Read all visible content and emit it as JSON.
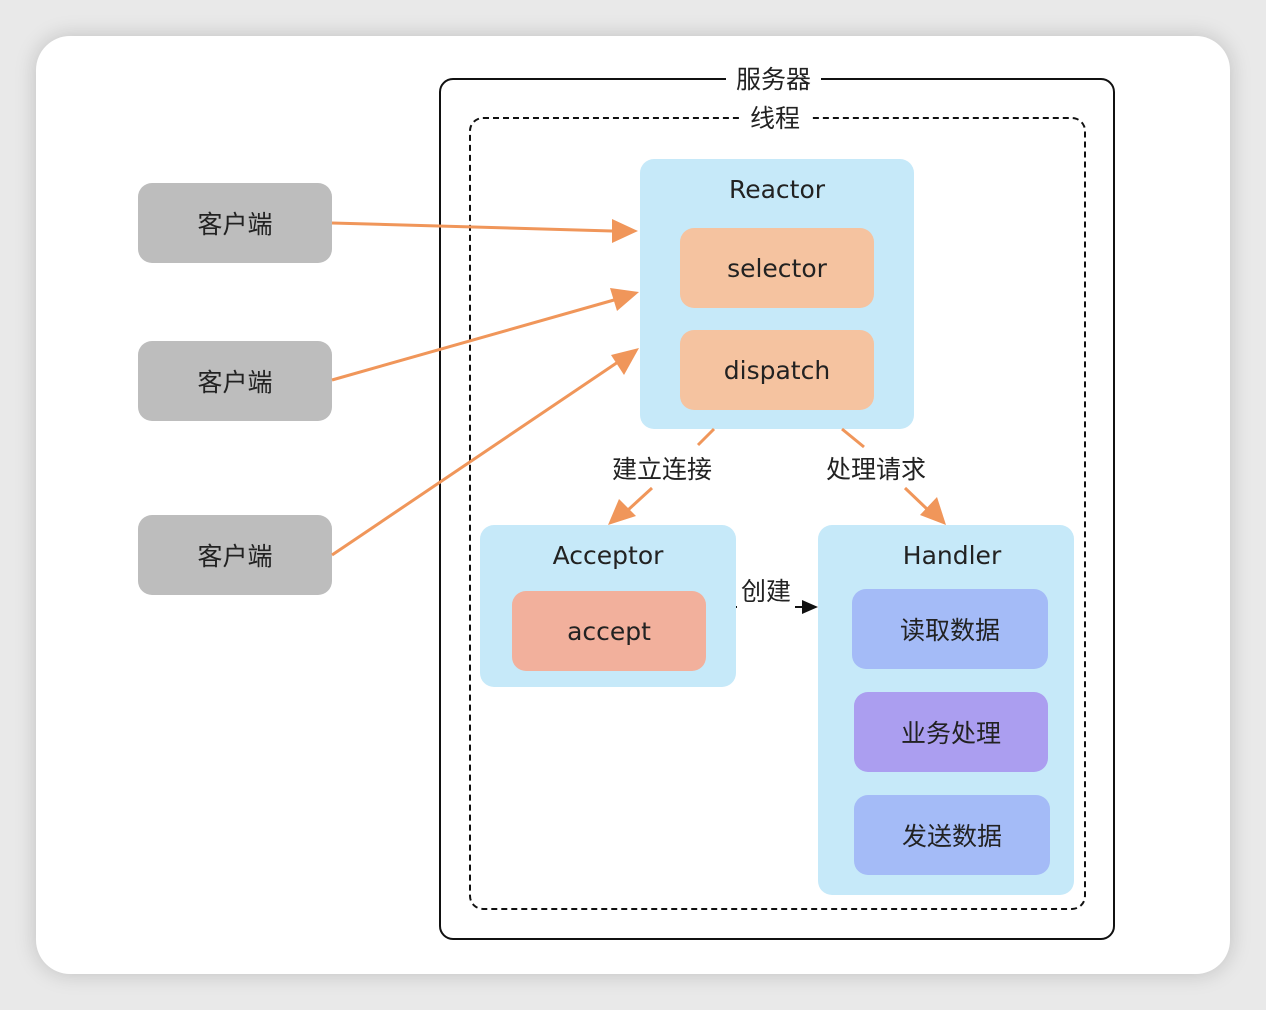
{
  "server": {
    "title": "服务器"
  },
  "thread": {
    "title": "线程"
  },
  "clients": [
    {
      "label": "客户端"
    },
    {
      "label": "客户端"
    },
    {
      "label": "客户端"
    }
  ],
  "reactor": {
    "title": "Reactor",
    "items": [
      {
        "label": "selector"
      },
      {
        "label": "dispatch"
      }
    ]
  },
  "acceptor": {
    "title": "Acceptor",
    "items": [
      {
        "label": "accept"
      }
    ]
  },
  "handler": {
    "title": "Handler",
    "items": [
      {
        "label": "读取数据"
      },
      {
        "label": "业务处理"
      },
      {
        "label": "发送数据"
      }
    ]
  },
  "edges": {
    "establish": "建立连接",
    "process": "处理请求",
    "create": "创建"
  },
  "colors": {
    "client_box": "#bdbdbd",
    "panel": "#c6e9f9",
    "reactor_item": "#f5c3a0",
    "accept_item": "#f2b09c",
    "handler_data_item": "#a4bbf7",
    "handler_logic_item": "#ab9ef0",
    "arrow": "#f0965a"
  }
}
